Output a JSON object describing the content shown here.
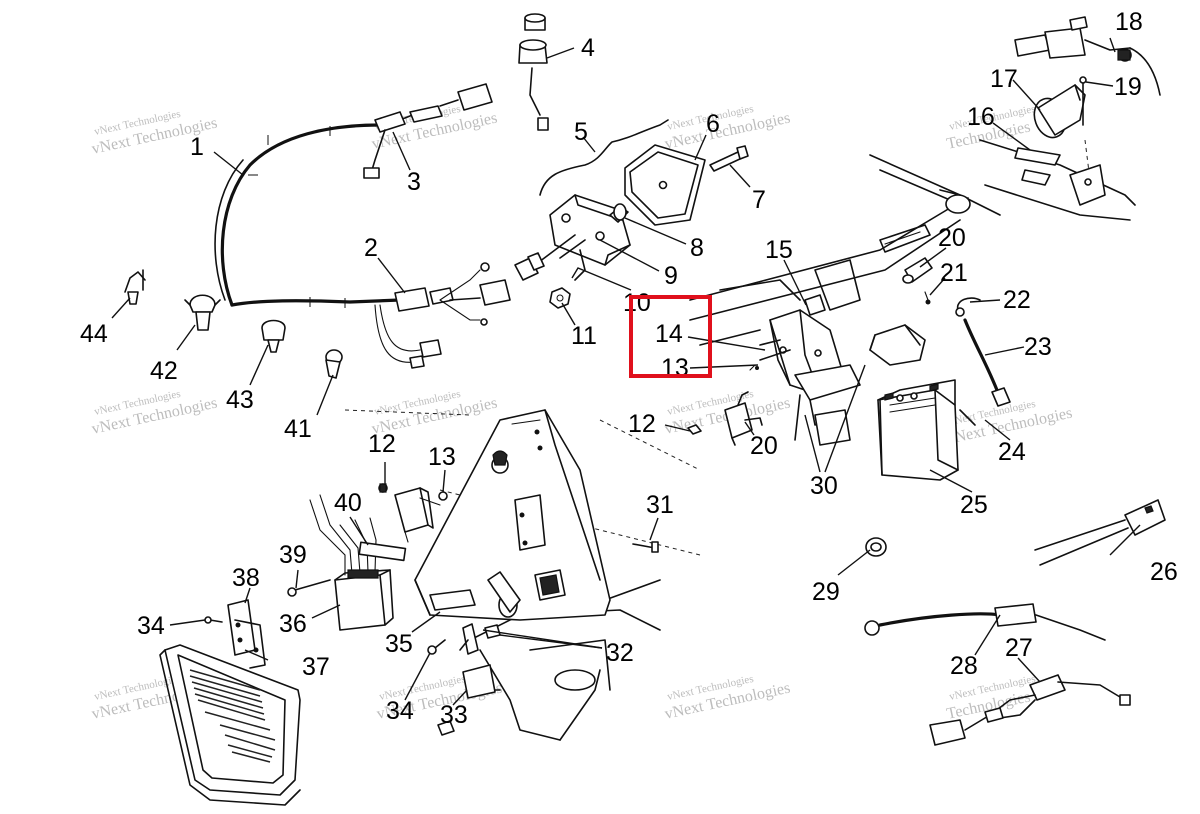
{
  "diagram": {
    "callouts": {
      "c1": "1",
      "c2": "2",
      "c3": "3",
      "c4": "4",
      "c5": "5",
      "c6": "6",
      "c7": "7",
      "c8": "8",
      "c9": "9",
      "c10": "10",
      "c11": "11",
      "c12a": "12",
      "c12b": "12",
      "c13a": "13",
      "c13b": "13",
      "c14": "14",
      "c15": "15",
      "c16": "16",
      "c17": "17",
      "c18": "18",
      "c19": "19",
      "c20a": "20",
      "c20b": "20",
      "c21": "21",
      "c22": "22",
      "c23": "23",
      "c24": "24",
      "c25": "25",
      "c26": "26",
      "c27": "27",
      "c28": "28",
      "c29": "29",
      "c30": "30",
      "c31": "31",
      "c32": "32",
      "c33": "33",
      "c34a": "34",
      "c34b": "34",
      "c35": "35",
      "c36": "36",
      "c37": "37",
      "c38": "38",
      "c39": "39",
      "c40": "40",
      "c41": "41",
      "c42": "42",
      "c43": "43",
      "c44": "44"
    },
    "watermark": {
      "line1": "vNext Technologies",
      "line2": "Technologies",
      "prefix": "vNext"
    },
    "highlight_color": "#e0101c"
  }
}
